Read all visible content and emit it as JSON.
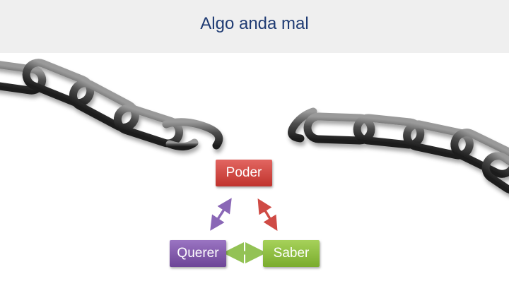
{
  "slide": {
    "title": "Algo anda mal"
  },
  "diagram": {
    "nodes": {
      "poder": "Poder",
      "querer": "Querer",
      "saber": "Saber"
    }
  },
  "colors": {
    "title": "#1f3b73",
    "header_bg": "#efefef",
    "poder": "#d14842",
    "querer": "#7b53a7",
    "saber": "#8cc03f",
    "chain": "#4a4a4a"
  },
  "icons": {
    "left_chain": "broken-chain-left",
    "right_chain": "broken-chain-right"
  }
}
